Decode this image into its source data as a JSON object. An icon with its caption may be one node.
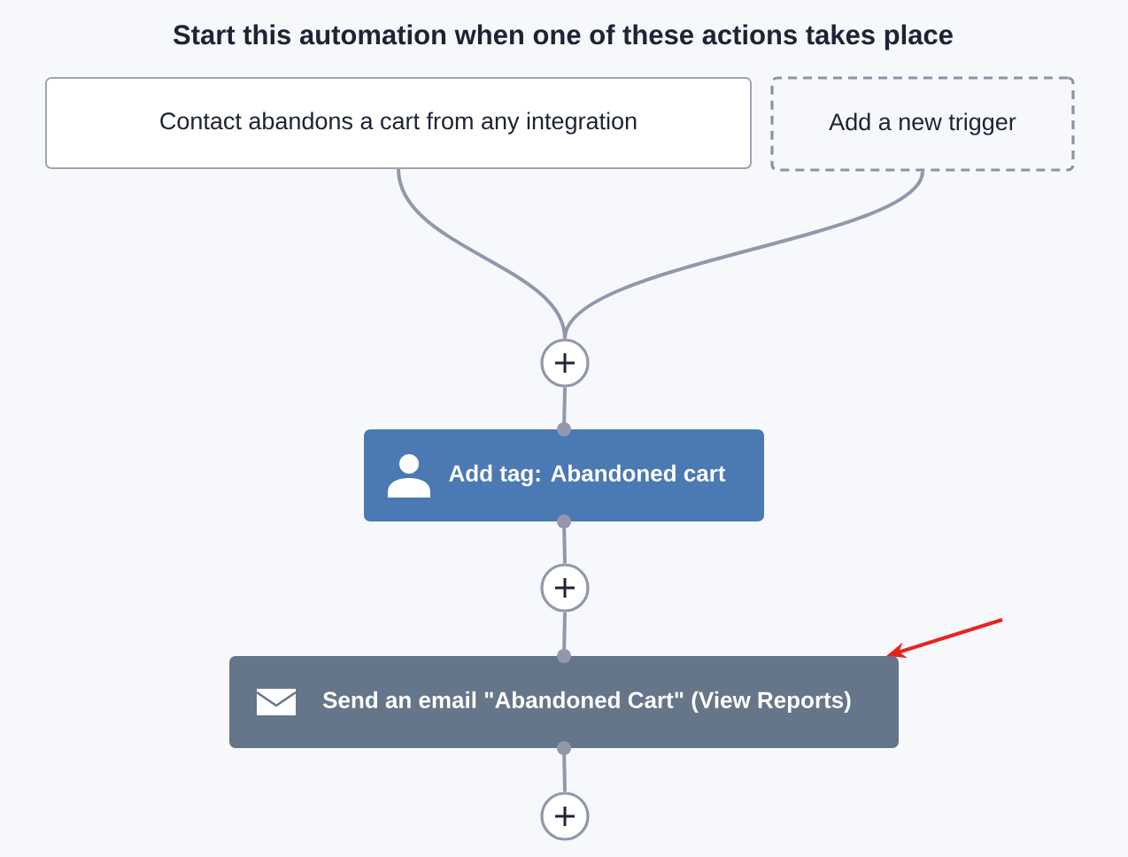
{
  "diagram": {
    "title": "Start this automation when one of these actions takes place",
    "nodes": [
      {
        "text": [
          "Contact abandons a cart from any integration"
        ]
      },
      {
        "text": [
          "Add a new trigger"
        ]
      },
      {
        "text": [],
        "shape": "circle"
      },
      {
        "text": [
          "Add tag: Abandoned cart"
        ]
      },
      {
        "text": [],
        "shape": "circle"
      },
      {
        "text": [
          "Send an email \"Abandoned Cart\" (View Reports)"
        ]
      },
      {
        "text": [],
        "shape": "circle"
      }
    ],
    "edges": [
      {
        "from": 0,
        "to": 2,
        "arrow": "none"
      },
      {
        "from": 1,
        "to": 2,
        "arrow": "none"
      },
      {
        "from": 2,
        "to": 3,
        "arrow": "other"
      },
      {
        "from": 3,
        "to": 4,
        "arrow": "other"
      },
      {
        "from": 4,
        "to": 5,
        "arrow": "other"
      },
      {
        "from": 5,
        "to": 6,
        "arrow": "other"
      },
      {
        "from": null,
        "to": 5,
        "arrow": "to",
        "color": "#e8231e"
      }
    ]
  }
}
